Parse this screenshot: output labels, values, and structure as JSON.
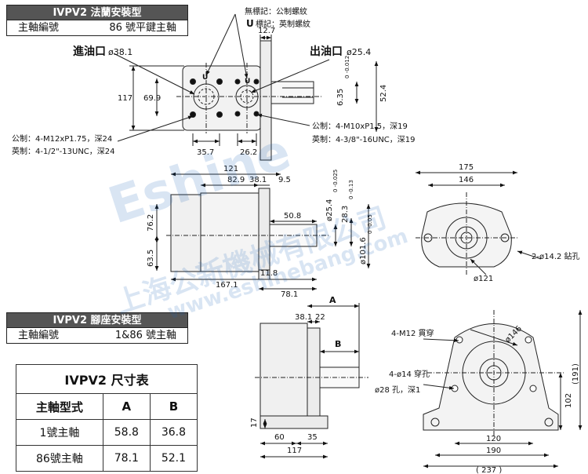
{
  "top_section": {
    "title": "IVPV2 法蘭安裝型",
    "shaft_label": "主軸編號",
    "shaft_value": "86 號平鍵主軸",
    "unmarked_note": "無標記：公制螺紋",
    "u_note_letter": "U",
    "u_note_text": "標記：英制螺紋",
    "inlet_label": "進油口",
    "inlet_dia": "ø38.1",
    "outlet_label": "出油口",
    "outlet_dia": "ø25.4",
    "metric_left": "公制：4-M12xP1.75，深24",
    "imperial_left": "英制：4-1/2\"-13UNC，深24",
    "metric_right": "公制：4-M10xP1.5，深19",
    "imperial_right": "英制：4-3/8\"-16UNC，深19",
    "u_mark": "U",
    "dims": {
      "d117": "117",
      "d69_9": "69.9",
      "d35_7": "35.7",
      "d26_2": "26.2",
      "d12_7": "12.7",
      "d6_35": "6.35",
      "d6_35_tol": "0\n-0.012",
      "d52_4": "52.4"
    }
  },
  "middle_section": {
    "dims": {
      "d121": "121",
      "d82_9": "82.9",
      "d38_1": "38.1",
      "d9_5": "9.5",
      "d76_2": "76.2",
      "d63_5": "63.5",
      "d50_8": "50.8",
      "d11_8": "11.8",
      "d167_1": "167.1",
      "d78_1": "78.1",
      "d25_4": "ø25.4",
      "d25_4_tol": "0 -0.025",
      "d28_3": "28.3",
      "d28_3_tol": "0 -0.13",
      "d101_6": "ø101.6",
      "d101_6_tol": "0 -0.05",
      "d175": "175",
      "d146": "146",
      "holes": "2-ø14.2 鉆孔",
      "d121_dia": "ø121"
    }
  },
  "bottom_section": {
    "title": "IVPV2 腳座安裝型",
    "shaft_label": "主軸編號",
    "shaft_value": "1&86 號主軸",
    "labels": {
      "A": "A",
      "B": "B",
      "d38_1": "38.1",
      "d22": "22",
      "d17": "17",
      "d60": "60",
      "d35": "35",
      "d117": "117",
      "m12": "4-M12 貫穿",
      "holes14": "4-ø14 穿孔",
      "holes28": "ø28 孔，深1",
      "d146": "ø146",
      "d102": "102",
      "d191": "(191)",
      "d120": "120",
      "d190": "190",
      "d237": "( 237 )"
    }
  },
  "size_table": {
    "title": "IVPV2 尺寸表",
    "col_type": "主軸型式",
    "col_a": "A",
    "col_b": "B",
    "rows": [
      {
        "type": "1號主軸",
        "a": "58.8",
        "b": "36.8"
      },
      {
        "type": "86號主軸",
        "a": "78.1",
        "b": "52.1"
      }
    ]
  },
  "watermark": {
    "brand": "Eshine",
    "chinese": "上海公新機械有限公司",
    "url": "www.eshinebang.com"
  }
}
